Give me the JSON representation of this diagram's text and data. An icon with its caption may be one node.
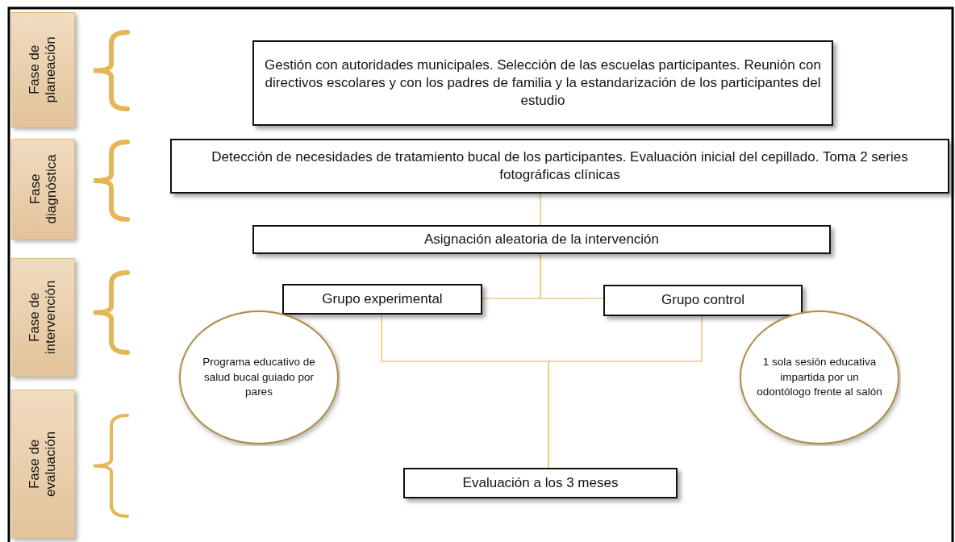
{
  "diagram": {
    "nodes": [
      {
        "text": [
          "Fase de planeación"
        ]
      },
      {
        "text": [
          "Fase diagnóstica"
        ]
      },
      {
        "text": [
          "Fase de intervención"
        ]
      },
      {
        "text": [
          "Fase de evaluación"
        ]
      },
      {
        "text": [
          "Gestión con autoridades municipales. Selección de las escuelas participantes.  Reunión con directivos escolares y con los  padres de familia y la estandarización de los participantes del estudio"
        ]
      },
      {
        "text": [
          "Detección de necesidades de tratamiento bucal de los participantes. Evaluación inicial del cepillado. Toma 2 series fotográficas clínicas"
        ]
      },
      {
        "text": [
          "Asignación aleatoria de la intervención"
        ]
      },
      {
        "text": [
          "Grupo experimental"
        ]
      },
      {
        "text": [
          "Grupo control"
        ]
      },
      {
        "text": [
          "Programa educativo de salud bucal guiado por pares"
        ]
      },
      {
        "text": [
          "1 sola sesión educativa impartida por un odontólogo frente al salón"
        ]
      },
      {
        "text": [
          "Evaluación a los 3 meses"
        ]
      }
    ],
    "edges": [
      {
        "from": 5,
        "to": 6,
        "arrow": "none"
      },
      {
        "from": 6,
        "to": 7,
        "arrow": "none"
      },
      {
        "from": 6,
        "to": 8,
        "arrow": "none"
      },
      {
        "from": 7,
        "to": 11,
        "arrow": "none"
      },
      {
        "from": 8,
        "to": 11,
        "arrow": "none"
      }
    ]
  }
}
